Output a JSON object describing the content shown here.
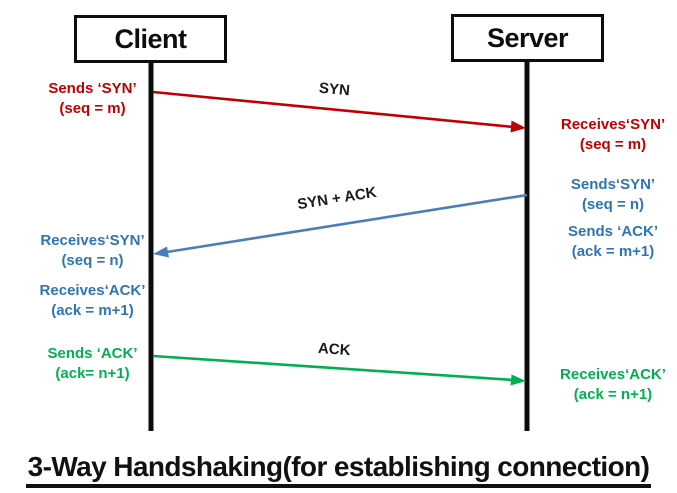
{
  "colors": {
    "red": "#c00000",
    "blue": "#2e75b6",
    "blue_line": "#4a7ebb",
    "green": "#00b050",
    "ink": "#1a1a1a"
  },
  "actors": {
    "client": "Client",
    "server": "Server"
  },
  "messages": {
    "syn": "SYN",
    "synack": "SYN + ACK",
    "ack": "ACK"
  },
  "notes": {
    "client": [
      {
        "action": "Sends ‘SYN’",
        "detail": "(seq = m)"
      },
      {
        "action": "Receives‘SYN’",
        "detail": "(seq = n)"
      },
      {
        "action": "Receives‘ACK’",
        "detail": "(ack = m+1)"
      },
      {
        "action": "Sends ‘ACK’",
        "detail": "(ack= n+1)"
      }
    ],
    "server": [
      {
        "action": "Receives‘SYN’",
        "detail": "(seq = m)"
      },
      {
        "action": "Sends‘SYN’",
        "detail": "(seq = n)"
      },
      {
        "action": "Sends ‘ACK’",
        "detail": "(ack = m+1)"
      },
      {
        "action": "Receives‘ACK’",
        "detail": "(ack = n+1)"
      }
    ]
  },
  "title": "3-Way Handshaking(for establishing connection)"
}
